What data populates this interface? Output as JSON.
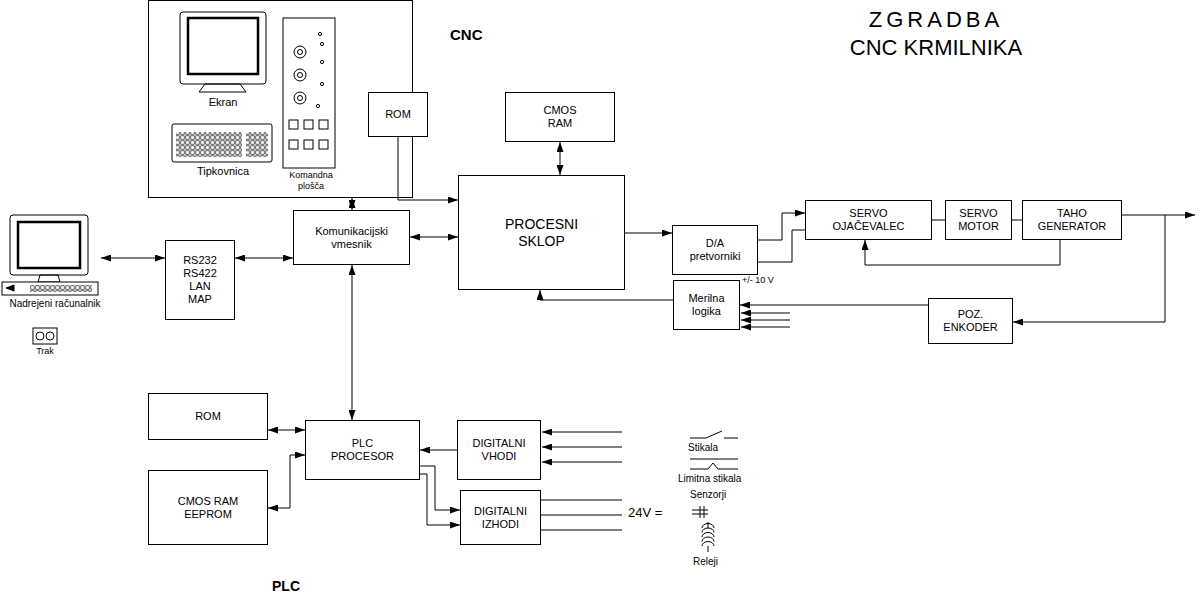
{
  "diagram": {
    "title": "ZGRADBA CNC KRMILNIKA",
    "nodes": [
      {
        "text": [
          "Ekran",
          "Tipkovnica",
          "Komandna plošča"
        ]
      },
      {
        "text": [
          "ROM"
        ]
      },
      {
        "text": [
          "CMOS RAM"
        ]
      },
      {
        "text": [
          "PROCESNI SKLOP"
        ]
      },
      {
        "text": [
          "Komunikacijski vmesnik"
        ]
      },
      {
        "text": [
          "RS232 RS422 LAN MAP"
        ]
      },
      {
        "text": [
          "D/A pretvorniki"
        ]
      },
      {
        "text": [
          "SERVO OJAČEVALEC"
        ]
      },
      {
        "text": [
          "SERVO MOTOR"
        ]
      },
      {
        "text": [
          "TAHO GENERATOR"
        ]
      },
      {
        "text": [
          "POZ. ENKODER"
        ]
      },
      {
        "text": [
          "Merilna logika"
        ]
      },
      {
        "text": [
          "ROM"
        ]
      },
      {
        "text": [
          "PLC PROCESOR"
        ]
      },
      {
        "text": [
          "DIGITALNI VHODI"
        ]
      },
      {
        "text": [
          "CMOS RAM EEPROM"
        ]
      },
      {
        "text": [
          "DIGITALNI IZHODI"
        ]
      }
    ],
    "edges": [
      {
        "from": 0,
        "to": 4,
        "arrow": "both"
      },
      {
        "from": 5,
        "to": 4,
        "arrow": "both"
      },
      {
        "from": 4,
        "to": 3,
        "arrow": "both"
      },
      {
        "from": 4,
        "to": 13,
        "arrow": "both"
      },
      {
        "from": 1,
        "to": 3,
        "arrow": "to"
      },
      {
        "from": 2,
        "to": 3,
        "arrow": "both"
      },
      {
        "from": 3,
        "to": 6,
        "arrow": "to"
      },
      {
        "from": 6,
        "to": 7,
        "arrow": "to"
      },
      {
        "from": 6,
        "to": 7,
        "arrow": "none"
      },
      {
        "from": 7,
        "to": 8,
        "arrow": "none"
      },
      {
        "from": 8,
        "to": 9,
        "arrow": "none"
      },
      {
        "from": 9,
        "to": 7,
        "arrow": "to"
      },
      {
        "from": 9,
        "to": 10,
        "arrow": "to"
      },
      {
        "from": 10,
        "to": 11,
        "arrow": "to"
      },
      {
        "from": 11,
        "to": 3,
        "arrow": "to"
      },
      {
        "from": 12,
        "to": 13,
        "arrow": "both"
      },
      {
        "from": 15,
        "to": 13,
        "arrow": "both"
      },
      {
        "from": 14,
        "to": 13,
        "arrow": "to"
      },
      {
        "from": 13,
        "to": 16,
        "arrow": "to"
      },
      {
        "from": 13,
        "to": 16,
        "arrow": "to"
      }
    ],
    "labels": [
      "CNC",
      "Nadrejeni računalnik",
      "Trak",
      "+/- 10 V",
      "24V =",
      "Stikala",
      "Limitna stikala",
      "Senzorji",
      "Releji",
      "PLC"
    ]
  }
}
